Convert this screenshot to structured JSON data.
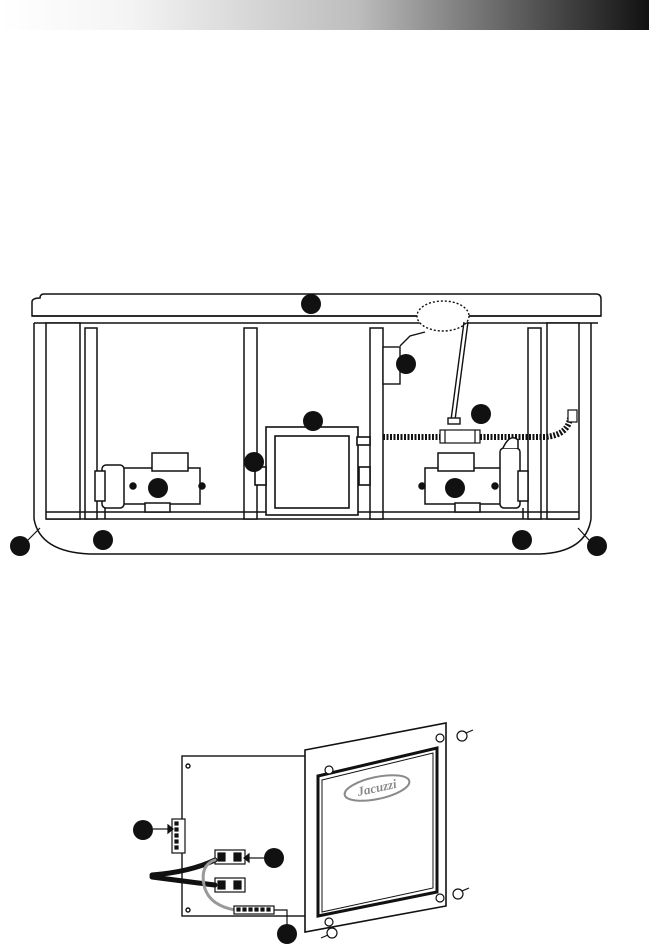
{
  "header": {
    "gradient_dark": "#111111",
    "gradient_light": "#ffffff"
  },
  "figure_tub": {
    "callouts_count_visible": 11,
    "components": [
      "pump-left",
      "pump-right",
      "control-box",
      "air-switch",
      "heater",
      "ozone-line",
      "flex-hose",
      "skirt-panels",
      "tub-rim"
    ]
  },
  "figure_panel": {
    "logo": {
      "text": "Jacuzzi"
    },
    "components": [
      "front-panel",
      "screws",
      "terminal-strip-left",
      "terminal-block",
      "terminal-strip-bottom",
      "power-cable"
    ]
  },
  "colors": {
    "line": "#111111",
    "callout": "#111111",
    "fill": "#ffffff",
    "logo_gray": "#8a8a8a"
  }
}
